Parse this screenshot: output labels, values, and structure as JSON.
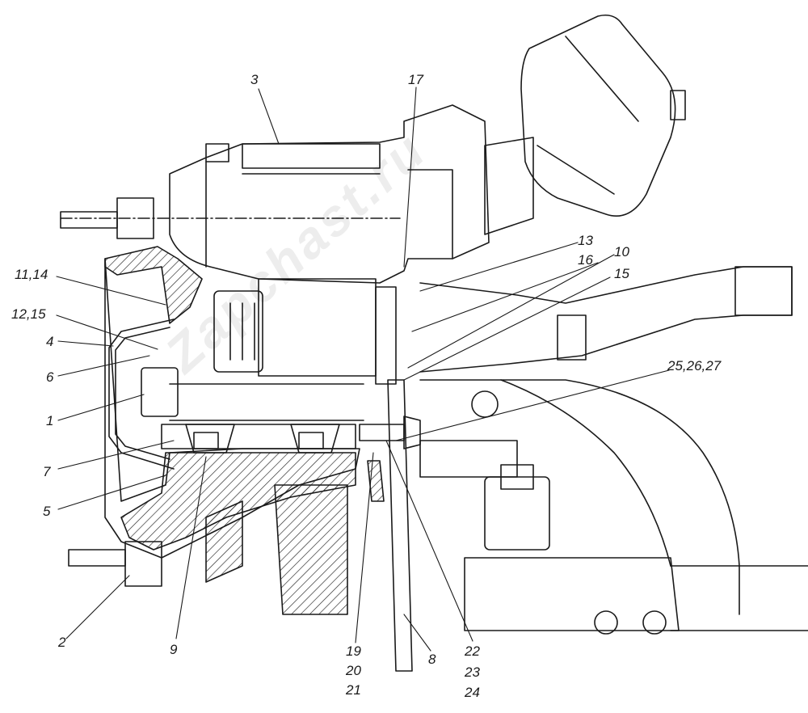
{
  "callouts": {
    "c3": "3",
    "c17": "17",
    "c13": "13",
    "c10": "10",
    "c16": "16",
    "c15": "15",
    "c11_14": "11,14",
    "c12_15": "12,15",
    "c4": "4",
    "c6": "6",
    "c1": "1",
    "c25_26_27": "25,26,27",
    "c7": "7",
    "c5": "5",
    "c2": "2",
    "c9": "9",
    "c19": "19",
    "c20": "20",
    "c21": "21",
    "c8": "8",
    "c22": "22",
    "c23": "23",
    "c24": "24"
  },
  "watermark": "Zapchast.ru"
}
